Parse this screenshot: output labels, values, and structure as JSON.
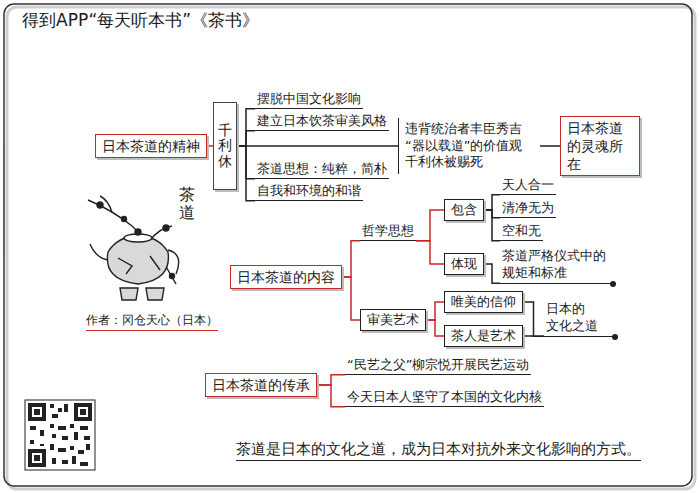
{
  "diagram": {
    "title": "得到APP“每天听本书”《茶书》",
    "caption": "茶道是日本的文化之道，成为日本对抗外来文化影响的方式。",
    "nodes": [
      {
        "text": [
          "日本茶道的精神"
        ]
      },
      {
        "text": [
          "千利休"
        ]
      },
      {
        "text": [
          "摆脱中国文化影响"
        ]
      },
      {
        "text": [
          "建立日本饮茶审美风格"
        ]
      },
      {
        "text": [
          "违背统治者丰臣秀吉 “器以载道”的价值观 千利休被赐死"
        ]
      },
      {
        "text": [
          "日本茶道的灵魂所在"
        ]
      },
      {
        "text": [
          "茶道思想：纯粹，简朴"
        ]
      },
      {
        "text": [
          "自我和环境的和谐"
        ]
      },
      {
        "text": [
          "日本茶道的内容"
        ]
      },
      {
        "text": [
          "哲学思想"
        ]
      },
      {
        "text": [
          "包含"
        ]
      },
      {
        "text": [
          "天人合一"
        ]
      },
      {
        "text": [
          "清净无为"
        ]
      },
      {
        "text": [
          "空和无"
        ]
      },
      {
        "text": [
          "体现"
        ]
      },
      {
        "text": [
          "茶道严格仪式中的 规矩和标准"
        ]
      },
      {
        "text": [
          "审美艺术"
        ]
      },
      {
        "text": [
          "唯美的信仰"
        ]
      },
      {
        "text": [
          "茶人是艺术"
        ]
      },
      {
        "text": [
          "日本的 文化之道"
        ]
      },
      {
        "text": [
          "日本茶道的传承"
        ]
      },
      {
        "text": [
          "“民艺之父”柳宗悦开展民艺运动"
        ]
      },
      {
        "text": [
          "今天日本人坚守了本国的文化内核"
        ]
      }
    ],
    "edges": [
      {
        "from": 0,
        "to": 1,
        "arrow": "none"
      },
      {
        "from": 1,
        "to": 2,
        "arrow": "none"
      },
      {
        "from": 1,
        "to": 3,
        "arrow": "none"
      },
      {
        "from": 1,
        "to": 4,
        "arrow": "none"
      },
      {
        "from": 1,
        "to": 6,
        "arrow": "none"
      },
      {
        "from": 1,
        "to": 7,
        "arrow": "none"
      },
      {
        "from": 4,
        "to": 5,
        "arrow": "none"
      },
      {
        "from": 8,
        "to": 9,
        "arrow": "none"
      },
      {
        "from": 8,
        "to": 16,
        "arrow": "none"
      },
      {
        "from": 9,
        "to": 10,
        "arrow": "none"
      },
      {
        "from": 9,
        "to": 14,
        "arrow": "none"
      },
      {
        "from": 10,
        "to": 11,
        "arrow": "none"
      },
      {
        "from": 10,
        "to": 12,
        "arrow": "none"
      },
      {
        "from": 10,
        "to": 13,
        "arrow": "none"
      },
      {
        "from": 14,
        "to": 15,
        "arrow": "none"
      },
      {
        "from": 16,
        "to": 17,
        "arrow": "none"
      },
      {
        "from": 16,
        "to": 18,
        "arrow": "none"
      },
      {
        "from": 17,
        "to": 19,
        "arrow": "none"
      },
      {
        "from": 18,
        "to": 19,
        "arrow": "none"
      },
      {
        "from": 20,
        "to": 21,
        "arrow": "none"
      },
      {
        "from": 20,
        "to": 22,
        "arrow": "none"
      }
    ],
    "labels": [
      "茶道",
      "作者：冈仓天心（日本）"
    ]
  }
}
